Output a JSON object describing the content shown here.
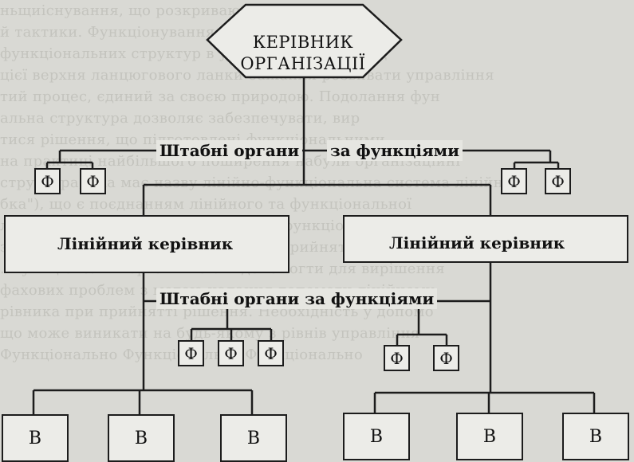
{
  "background_text": [
    "ньщиіснування, що розкриваються в пере",
    "й тактики. Функціонування свойстве",
    "функціональних структур в усій сфері наприклад",
    "цієї верхня ланцюгового ланки бажання розвивати управління",
    "тий процес, єдиний за своєю природою. Подолання фун",
    "альна структура дозволяє забезпечувати,          вир",
    "тися рішення, що підготовлені функціональними.",
    "на практиці найбільшого поширення набули організаційні",
    "структура, яка має назву лінійно-функціональна система лінійн",
    "бка\"), що є поєднанням лінійного та функціональної",
    "лінійна (рис. 17.3). Вперше лінійно-функціональні струк",
    "запропонував А. Файоль. За основу прийнята лінійна струк",
    ". Функціональні органи мають допомогти для вирішення",
    "фахових проблем з метою надання допомоги лінійному",
    "рівника при прийнятті рішення. Необхідність у допомо",
    "що може виникати на будь-якому з рівнів управління",
    "     Функціонально          Функціонально         Функціонально"
  ],
  "diagram": {
    "head": {
      "line1": "КЕРІВНИК",
      "line2": "ОРГАНІЗАЦІЇ"
    },
    "staff_top": {
      "left": "Штабні органи",
      "right": "за функціями"
    },
    "line_managers": {
      "left": "Лінійний керівник",
      "right": "Лінійний керівник"
    },
    "staff_mid": "Штабні органи за функціями",
    "f_label": "Ф",
    "v_label": "В"
  }
}
